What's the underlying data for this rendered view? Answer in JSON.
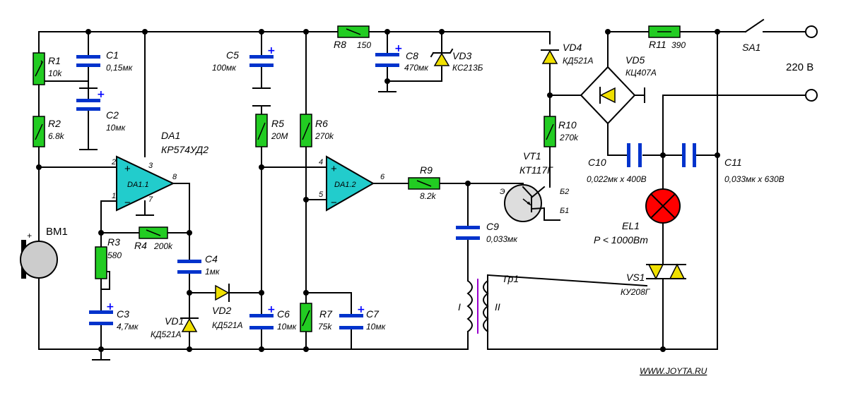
{
  "colors": {
    "resistor": "#22cc22",
    "capacitor": "#0033cc",
    "diode": "#f0e000",
    "op_amp": "#22cccc",
    "lamp": "#ff0000",
    "transistor": "#dddddd",
    "mic": "#cccccc",
    "transformer": "#9900cc",
    "polarity": "#0000ff"
  },
  "components": {
    "R1": {
      "ref": "R1",
      "value": "10k"
    },
    "R2": {
      "ref": "R2",
      "value": "6.8k"
    },
    "R3": {
      "ref": "R3",
      "value": "580"
    },
    "R4": {
      "ref": "R4",
      "value": "200k"
    },
    "R5": {
      "ref": "R5",
      "value": "20M"
    },
    "R6": {
      "ref": "R6",
      "value": "270k"
    },
    "R7": {
      "ref": "R7",
      "value": "75k"
    },
    "R8": {
      "ref": "R8",
      "value": "150"
    },
    "R9": {
      "ref": "R9",
      "value": "8.2k"
    },
    "R10": {
      "ref": "R10",
      "value": "270k"
    },
    "R11": {
      "ref": "R11",
      "value": "390"
    },
    "C1": {
      "ref": "C1",
      "value": "0,15мк"
    },
    "C2": {
      "ref": "C2",
      "value": "10мк"
    },
    "C3": {
      "ref": "C3",
      "value": "4,7мк"
    },
    "C4": {
      "ref": "C4",
      "value": "1мк"
    },
    "C5": {
      "ref": "C5",
      "value": "100мк"
    },
    "C6": {
      "ref": "C6",
      "value": "10мк"
    },
    "C7": {
      "ref": "C7",
      "value": "10мк"
    },
    "C8": {
      "ref": "C8",
      "value": "470мк"
    },
    "C9": {
      "ref": "C9",
      "value": "0,033мк"
    },
    "C10": {
      "ref": "C10",
      "value": "0,022мк x 400В"
    },
    "C11": {
      "ref": "C11",
      "value": "0,033мк x 630В"
    },
    "VD1": {
      "ref": "VD1",
      "value": "КД521А"
    },
    "VD2": {
      "ref": "VD2",
      "value": "КД521А"
    },
    "VD3": {
      "ref": "VD3",
      "value": "КС213Б"
    },
    "VD4": {
      "ref": "VD4",
      "value": "КД521А"
    },
    "VD5": {
      "ref": "VD5",
      "value": "КЦ407А"
    },
    "VT1": {
      "ref": "VT1",
      "value": "КТ117Г"
    },
    "VS1": {
      "ref": "VS1",
      "value": "КУ208Г"
    },
    "EL1": {
      "ref": "EL1",
      "value": "P < 1000Вт"
    },
    "DA1": {
      "ref": "DA1",
      "value": "КР574УД2"
    },
    "DA1_1": {
      "ref": "DA1.1"
    },
    "DA1_2": {
      "ref": "DA1.2"
    },
    "BM1": {
      "ref": "BM1"
    },
    "SA1": {
      "ref": "SA1"
    },
    "Tp1": {
      "ref": "Tp1",
      "winding1": "I",
      "winding2": "II"
    }
  },
  "pins": {
    "da11_plus": "2",
    "da11_minus": "1",
    "da11_v3": "3",
    "da11_out": "8",
    "da11_v7": "7",
    "da12_plus": "4",
    "da12_minus": "5",
    "da12_out": "6",
    "vt1_e": "Э",
    "vt1_b2": "Б2",
    "vt1_b1": "Б1"
  },
  "supply": {
    "voltage": "220 В"
  },
  "website": "WWW.JOYTA.RU",
  "symbols": {
    "plus": "+",
    "minus": "−"
  }
}
